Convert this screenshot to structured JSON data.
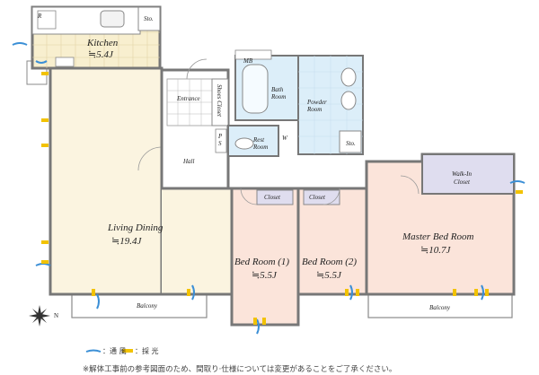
{
  "rooms": {
    "kitchen": {
      "name": "Kitchen",
      "area": "≒5.4J"
    },
    "living": {
      "name": "Living Dining",
      "area": "≒19.4J"
    },
    "bed1": {
      "name": "Bed Room (1)",
      "area": "≒5.5J"
    },
    "bed2": {
      "name": "Bed Room (2)",
      "area": "≒5.5J"
    },
    "master": {
      "name": "Master Bed Room",
      "area": "≒10.7J"
    },
    "entrance": "Entrance",
    "shoes_closet": "Shoes Closet",
    "hall": "Hall",
    "bath": "Bath Room",
    "powder": "Powder Room",
    "rest": "Rest Room",
    "walk_in": "Walk-In Closet",
    "closet1": "Closet",
    "closet2": "Closet",
    "sto1": "Sto.",
    "sto2": "Sto.",
    "mb": "MB",
    "ps": "P S",
    "w": "W",
    "r": "R",
    "balcony_left": "Balcony",
    "balcony_right": "Balcony"
  },
  "compass": {
    "label": "N"
  },
  "legend": {
    "ventilation": "：通 風",
    "lighting": "：採 光"
  },
  "note": "※解体工事前の参考図面のため、間取り·仕様については変更があることをご了承ください。",
  "colors": {
    "wall": "#777777",
    "living_floor": "#fbf3dd",
    "bedroom_floor": "#fbe4da",
    "wet_area": "#dceef9",
    "closet": "#dfddef",
    "ventilation": "#3b8fd6",
    "lighting": "#f2c200"
  }
}
